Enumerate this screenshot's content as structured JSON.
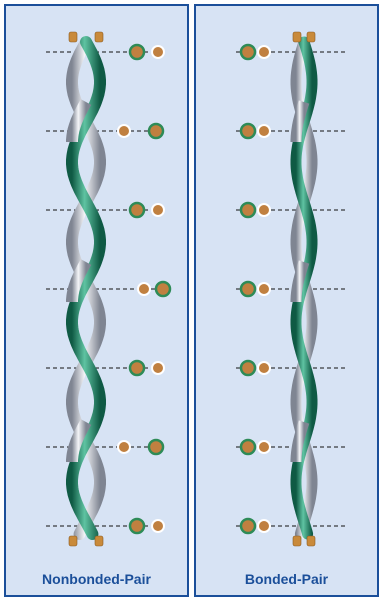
{
  "figure": {
    "panels": [
      {
        "caption": "Nonbonded-Pair",
        "variant": "nonbonded"
      },
      {
        "caption": "Bonded-Pair",
        "variant": "bonded"
      }
    ],
    "colors": {
      "panel_background": "#d7e3f4",
      "border": "#1b4f9a",
      "caption_text": "#1b4f9a",
      "green_conductor": "#1e8a6c",
      "silver_conductor": "#b8bcc6",
      "copper_core": "#c98a3a",
      "green_dot": "#2e8b57",
      "copper_dot": "#c08040",
      "dashed_line": "#111111"
    },
    "cross_sections": 7
  }
}
